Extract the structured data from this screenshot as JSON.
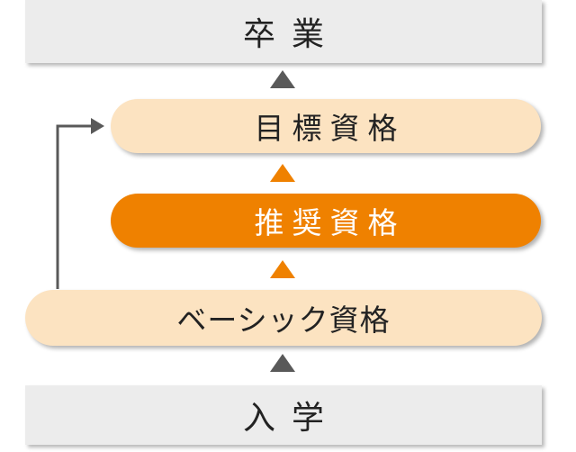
{
  "stages": {
    "graduation": "卒業",
    "target_qualification": "目標資格",
    "recommended_qualification": "推奨資格",
    "basic_qualification": "ベーシック資格",
    "entrance": "入学"
  },
  "colors": {
    "gray_box": "#ececec",
    "light_pill": "#fce3c1",
    "orange_pill": "#ef8100",
    "orange_arrow": "#ef8100",
    "gray_arrow": "#595959",
    "connector_line": "#595959"
  }
}
